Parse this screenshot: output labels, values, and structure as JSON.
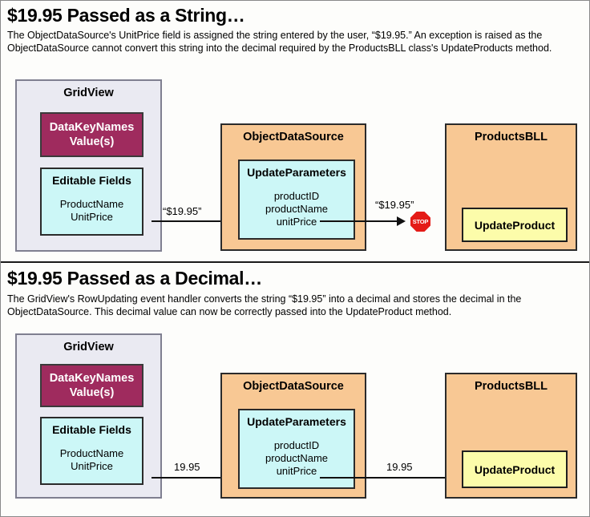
{
  "sections": [
    {
      "id": "string-case",
      "title": "$19.95 Passed as a String…",
      "description": "The ObjectDataSource's UnitPrice field is assigned the string entered by the user, “$19.95.” An exception is raised as the ObjectDataSource cannot convert this string into the decimal required by the ProductsBLL class's UpdateProducts method.",
      "gridview": {
        "title": "GridView",
        "datakeynames": {
          "line1": "DataKeyNames",
          "line2": "Value(s)"
        },
        "editable": {
          "title": "Editable Fields",
          "fields": [
            "ProductName",
            "UnitPrice"
          ]
        }
      },
      "objectdatasource": {
        "title": "ObjectDataSource",
        "updateparameters": {
          "title": "UpdateParameters",
          "params": [
            "productID",
            "productName",
            "unitPrice"
          ]
        }
      },
      "productsbll": {
        "title": "ProductsBLL",
        "method": "UpdateProduct"
      },
      "arrow1_label": "“$19.95”",
      "arrow2_label": "“$19.95”",
      "stop_sign": {
        "label": "STOP",
        "color": "#e41b17"
      },
      "has_stop": true
    },
    {
      "id": "decimal-case",
      "title": "$19.95 Passed as a Decimal…",
      "description": "The GridView's RowUpdating event handler converts the string “$19.95” into a decimal and stores the decimal in the ObjectDataSource. This decimal value can now be correctly passed into the UpdateProduct method.",
      "gridview": {
        "title": "GridView",
        "datakeynames": {
          "line1": "DataKeyNames",
          "line2": "Value(s)"
        },
        "editable": {
          "title": "Editable Fields",
          "fields": [
            "ProductName",
            "UnitPrice"
          ]
        }
      },
      "objectdatasource": {
        "title": "ObjectDataSource",
        "updateparameters": {
          "title": "UpdateParameters",
          "params": [
            "productID",
            "productName",
            "unitPrice"
          ]
        }
      },
      "productsbll": {
        "title": "ProductsBLL",
        "method": "UpdateProduct"
      },
      "arrow1_label": "19.95",
      "arrow2_label": "19.95",
      "has_stop": false
    }
  ],
  "colors": {
    "gridview_bg": "#eaeaf2",
    "datakey_bg": "#9f2b5e",
    "cyan_bg": "#ccf7f7",
    "orange_bg": "#f8c894",
    "yellow_bg": "#fcfcaa",
    "stop_red": "#e41b17"
  }
}
